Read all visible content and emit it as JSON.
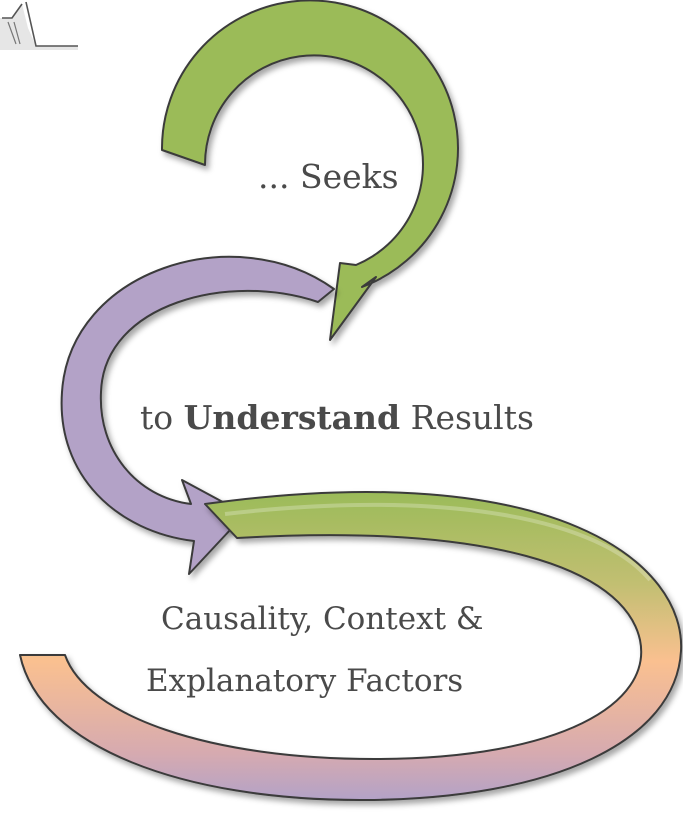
{
  "diagram": {
    "step1": "... Seeks",
    "step2": {
      "prefix": "to ",
      "emphasis": "Understand",
      "suffix": " Results"
    },
    "step3": {
      "line1": "Causality, Context &",
      "line2": "Explanatory Factors"
    }
  },
  "colors": {
    "green": "#9bbb59",
    "purple": "#b3a2c7",
    "peach": "#fac090",
    "outline": "#3a3a3a",
    "text": "#4a4a4a"
  }
}
